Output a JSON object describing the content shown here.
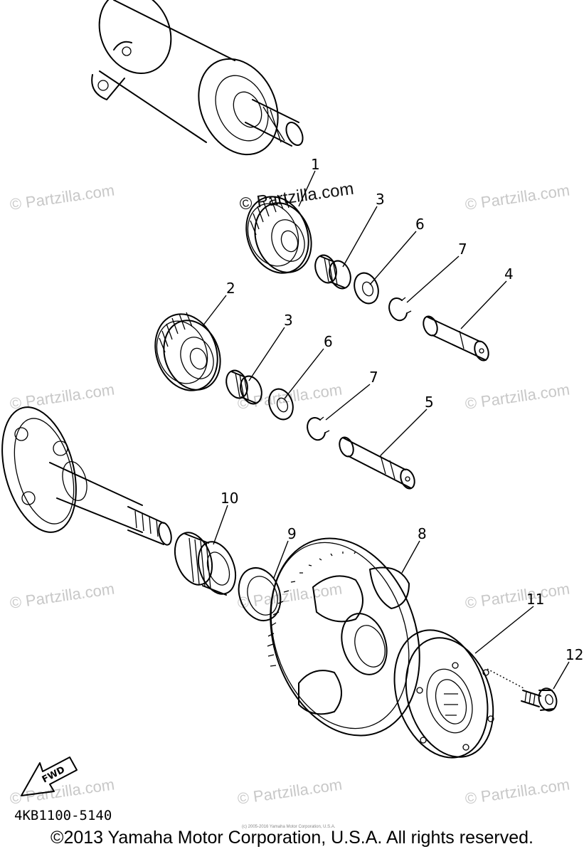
{
  "parts": [
    {
      "id": "part-1",
      "label": "1"
    },
    {
      "id": "part-2",
      "label": "2"
    },
    {
      "id": "part-3a",
      "label": "3"
    },
    {
      "id": "part-3b",
      "label": "3"
    },
    {
      "id": "part-4",
      "label": "4"
    },
    {
      "id": "part-5",
      "label": "5"
    },
    {
      "id": "part-6a",
      "label": "6"
    },
    {
      "id": "part-6b",
      "label": "6"
    },
    {
      "id": "part-7a",
      "label": "7"
    },
    {
      "id": "part-7b",
      "label": "7"
    },
    {
      "id": "part-8",
      "label": "8"
    },
    {
      "id": "part-9",
      "label": "9"
    },
    {
      "id": "part-10",
      "label": "10"
    },
    {
      "id": "part-11",
      "label": "11"
    },
    {
      "id": "part-12",
      "label": "12"
    }
  ],
  "watermark": {
    "text": "© Partzilla.com",
    "featured": "© Partzilla.com"
  },
  "fwd_label": "FWD",
  "diagram_code": "4KB1100-5140",
  "small_notice": "(c) 2005-2016 Yamaha Motor Corporation, U.S.A.",
  "copyright": "©2013 Yamaha Motor Corporation, U.S.A. All rights reserved."
}
